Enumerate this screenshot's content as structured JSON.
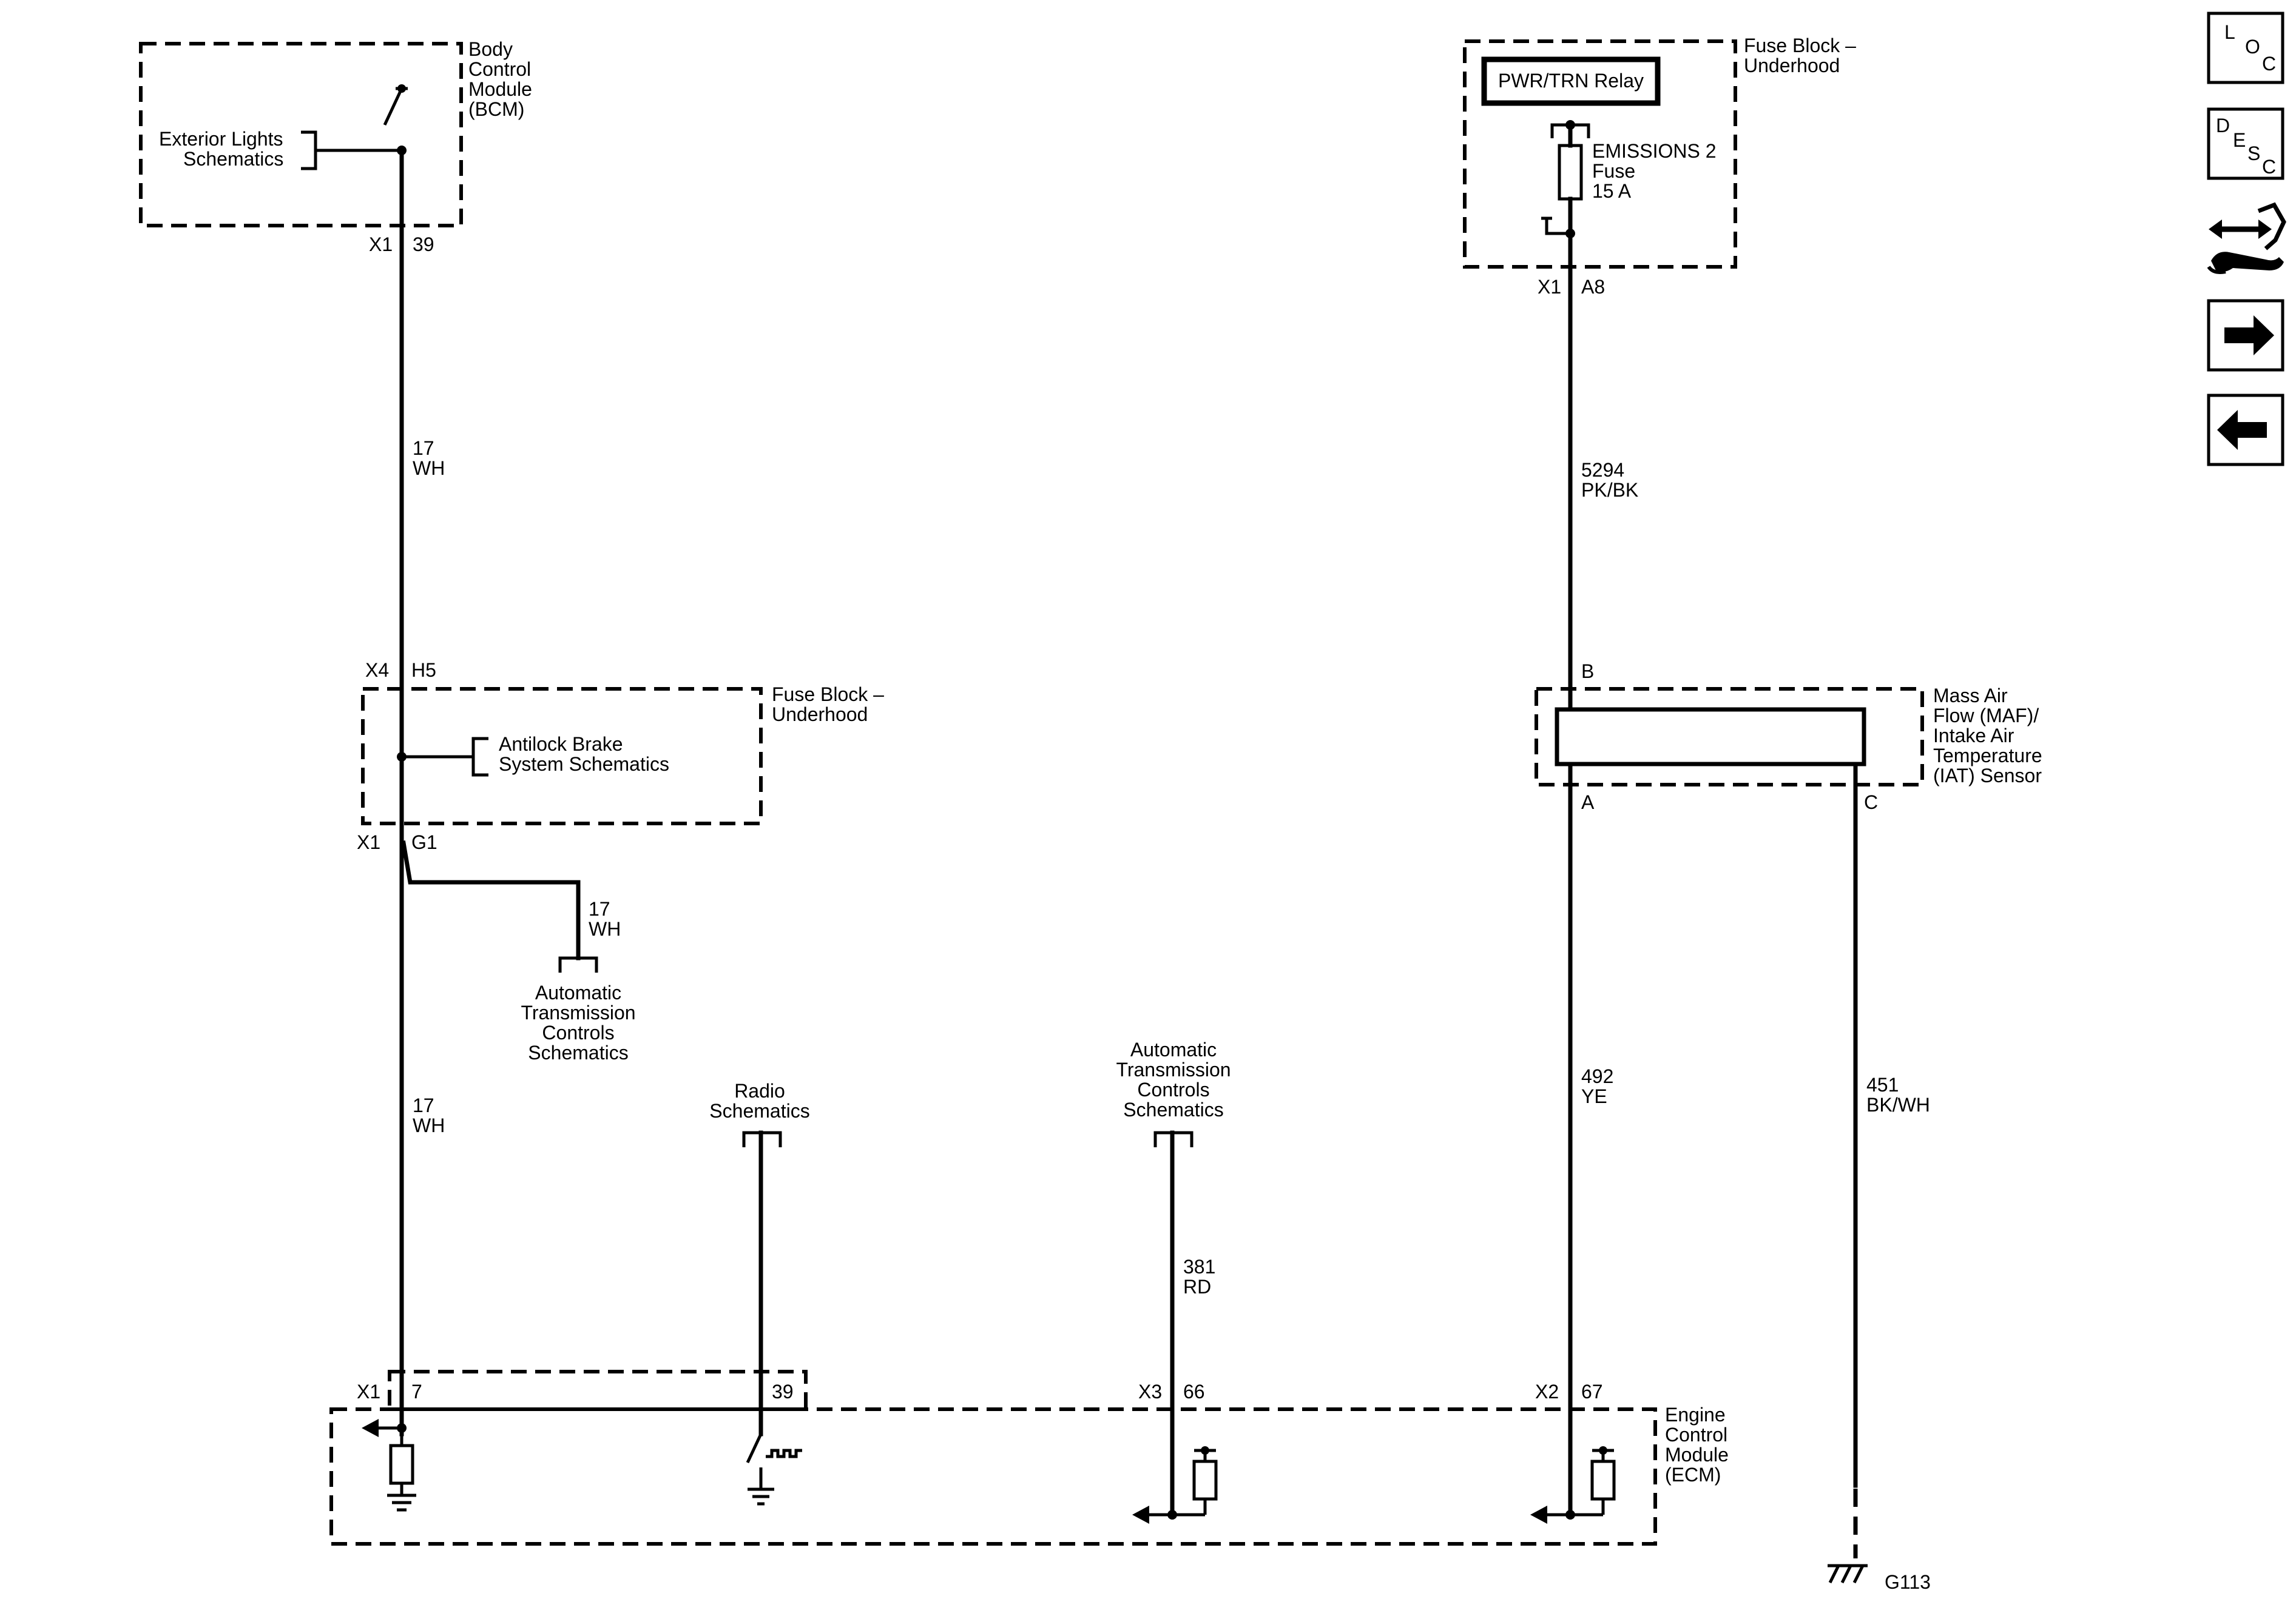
{
  "components": {
    "bcm": [
      "Body",
      "Control",
      "Module",
      "(BCM)"
    ],
    "ext_lights": [
      "Exterior Lights",
      "Schematics"
    ],
    "fuse_block_top": [
      "Fuse Block –",
      "Underhood"
    ],
    "fuse_block_mid": [
      "Fuse Block –",
      "Underhood"
    ],
    "relay": "PWR/TRN Relay",
    "fuse": [
      "EMISSIONS 2",
      "Fuse",
      "15 A"
    ],
    "abs": [
      "Antilock Brake",
      "System Schematics"
    ],
    "atc_left": [
      "Automatic",
      "Transmission",
      "Controls",
      "Schematics"
    ],
    "radio": [
      "Radio",
      "Schematics"
    ],
    "atc_mid": [
      "Automatic",
      "Transmission",
      "Controls",
      "Schematics"
    ],
    "maf": [
      "Mass Air",
      "Flow (MAF)/",
      "Intake Air",
      "Temperature",
      "(IAT) Sensor"
    ],
    "ecm": [
      "Engine",
      "Control",
      "Module",
      "(ECM)"
    ],
    "ground": "G113"
  },
  "connectors": {
    "bcm_x1": "X1",
    "bcm_39": "39",
    "fb_x4": "X4",
    "fb_h5": "H5",
    "fb_x1": "X1",
    "fb_g1": "G1",
    "fuse_x1": "X1",
    "fuse_a8": "A8",
    "maf_b": "B",
    "maf_a": "A",
    "maf_c": "C",
    "ecm_x1": "X1",
    "ecm_7": "7",
    "ecm_39": "39",
    "ecm_x3": "X3",
    "ecm_66": "66",
    "ecm_x2": "X2",
    "ecm_67": "67"
  },
  "wires": {
    "bcm_to_fb": [
      "17",
      "WH"
    ],
    "branch_atc": [
      "17",
      "WH"
    ],
    "fb_to_ecm": [
      "17",
      "WH"
    ],
    "fuse_to_maf": [
      "5294",
      "PK/BK"
    ],
    "atc_to_ecm": [
      "381",
      "RD"
    ],
    "maf_signal": [
      "492",
      "YE"
    ],
    "maf_ground": [
      "451",
      "BK/WH"
    ]
  },
  "nav": {
    "loc": [
      "L",
      "O",
      "C"
    ],
    "desc": [
      "D",
      "E",
      "S",
      "C"
    ]
  }
}
